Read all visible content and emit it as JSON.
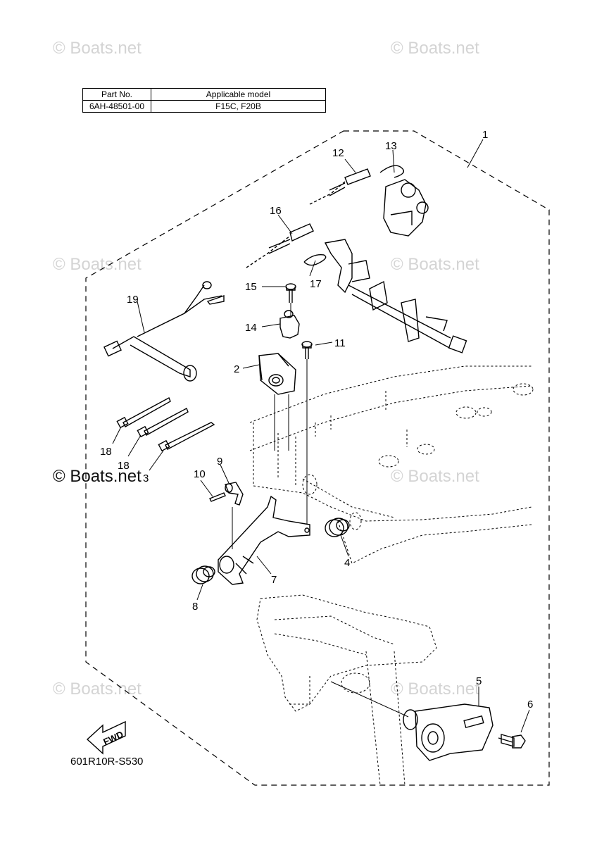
{
  "watermark": "© Boats.net",
  "table": {
    "headers": [
      "Part No.",
      "Applicable model"
    ],
    "rows": [
      [
        "6AH-48501-00",
        "F15C, F20B"
      ]
    ]
  },
  "callouts": [
    "1",
    "2",
    "3",
    "4",
    "5",
    "6",
    "7",
    "8",
    "9",
    "10",
    "11",
    "12",
    "13",
    "14",
    "15",
    "16",
    "17",
    "18",
    "18",
    "19"
  ],
  "fwd_label": "FWD",
  "diagram_code": "601R10R-S530"
}
